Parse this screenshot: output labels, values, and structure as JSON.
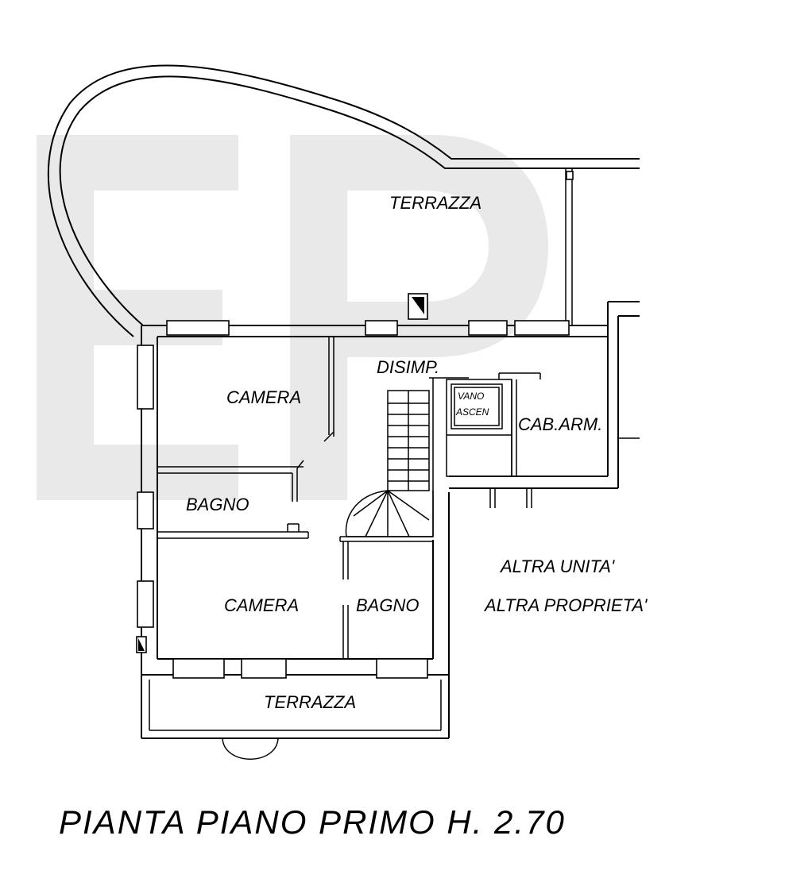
{
  "watermark": "EP",
  "rooms": {
    "terrazza_top": "TERRAZZA",
    "disimp": "DISIMP.",
    "camera_1": "CAMERA",
    "bagno_1": "BAGNO",
    "vano_line1": "VANO",
    "vano_line2": "ASCEN",
    "cab_arm": "CAB.ARM.",
    "altra_unita": "ALTRA UNITA'",
    "altra_proprieta": "ALTRA PROPRIETA'",
    "camera_2": "CAMERA",
    "bagno_2": "BAGNO",
    "terrazza_bottom": "TERRAZZA"
  },
  "title": "PIANTA PIANO PRIMO H. 2.70",
  "colors": {
    "line": "#000000",
    "watermark": "#e9e9e9",
    "background": "#ffffff"
  }
}
